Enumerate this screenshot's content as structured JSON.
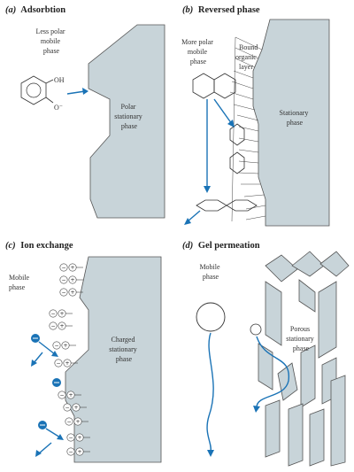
{
  "panels": {
    "a": {
      "letter": "(a)",
      "title": "Adsorbtion",
      "mobile_label": [
        "Less polar",
        "mobile",
        "phase"
      ],
      "stationary_label": [
        "Polar",
        "stationary",
        "phase"
      ],
      "oh_label": "OH",
      "o_minus_label": "O⁻"
    },
    "b": {
      "letter": "(b)",
      "title": "Reversed phase",
      "mobile_label": [
        "More polar",
        "mobile",
        "phase"
      ],
      "layer_label": [
        "Bound",
        "organic",
        "layer"
      ],
      "stationary_label": [
        "Stationary",
        "phase"
      ]
    },
    "c": {
      "letter": "(c)",
      "title": "Ion exchange",
      "mobile_label": [
        "Mobile",
        "phase"
      ],
      "stationary_label": [
        "Charged",
        "stationary",
        "phase"
      ]
    },
    "d": {
      "letter": "(d)",
      "title": "Gel permeation",
      "mobile_label": [
        "Mobile",
        "phase"
      ],
      "stationary_label": [
        "Porous",
        "stationary",
        "phase"
      ]
    }
  },
  "colors": {
    "stationary": "#c8d4d9",
    "flow": "#1a73b6",
    "ink": "#222222"
  },
  "ions": {
    "minus": "−",
    "plus": "+"
  }
}
